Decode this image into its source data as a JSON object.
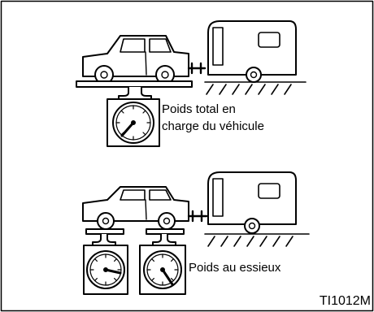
{
  "labels": {
    "total_weight_line1": "Poids total en",
    "total_weight_line2": "charge du véhicule",
    "axle_weight": "Poids au essieux",
    "figure_ref": "TI1012M"
  },
  "colors": {
    "ink": "#000000",
    "paper": "#ffffff"
  }
}
